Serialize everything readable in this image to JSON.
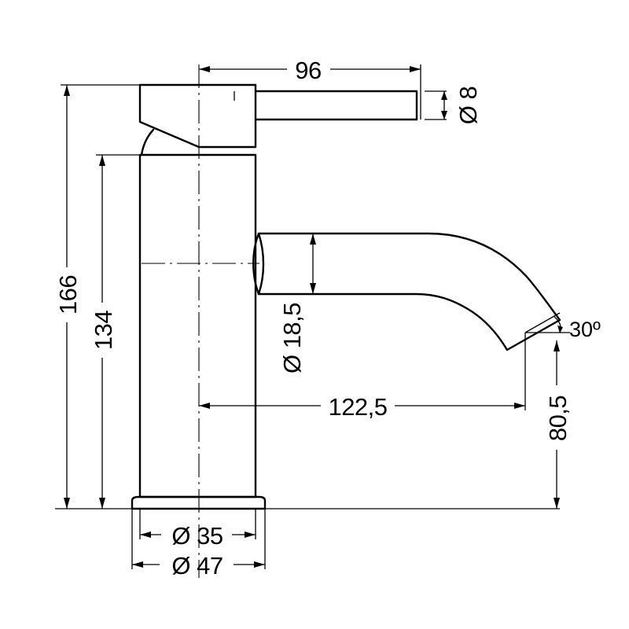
{
  "dimensions": {
    "handle_length": "96",
    "handle_diameter": "Ø 8",
    "total_height": "166",
    "body_height": "134",
    "spout_diameter": "Ø 18,5",
    "spout_reach": "122,5",
    "spout_angle": "30º",
    "outlet_height": "80,5",
    "body_diameter": "Ø 35",
    "base_diameter": "Ø 47"
  }
}
